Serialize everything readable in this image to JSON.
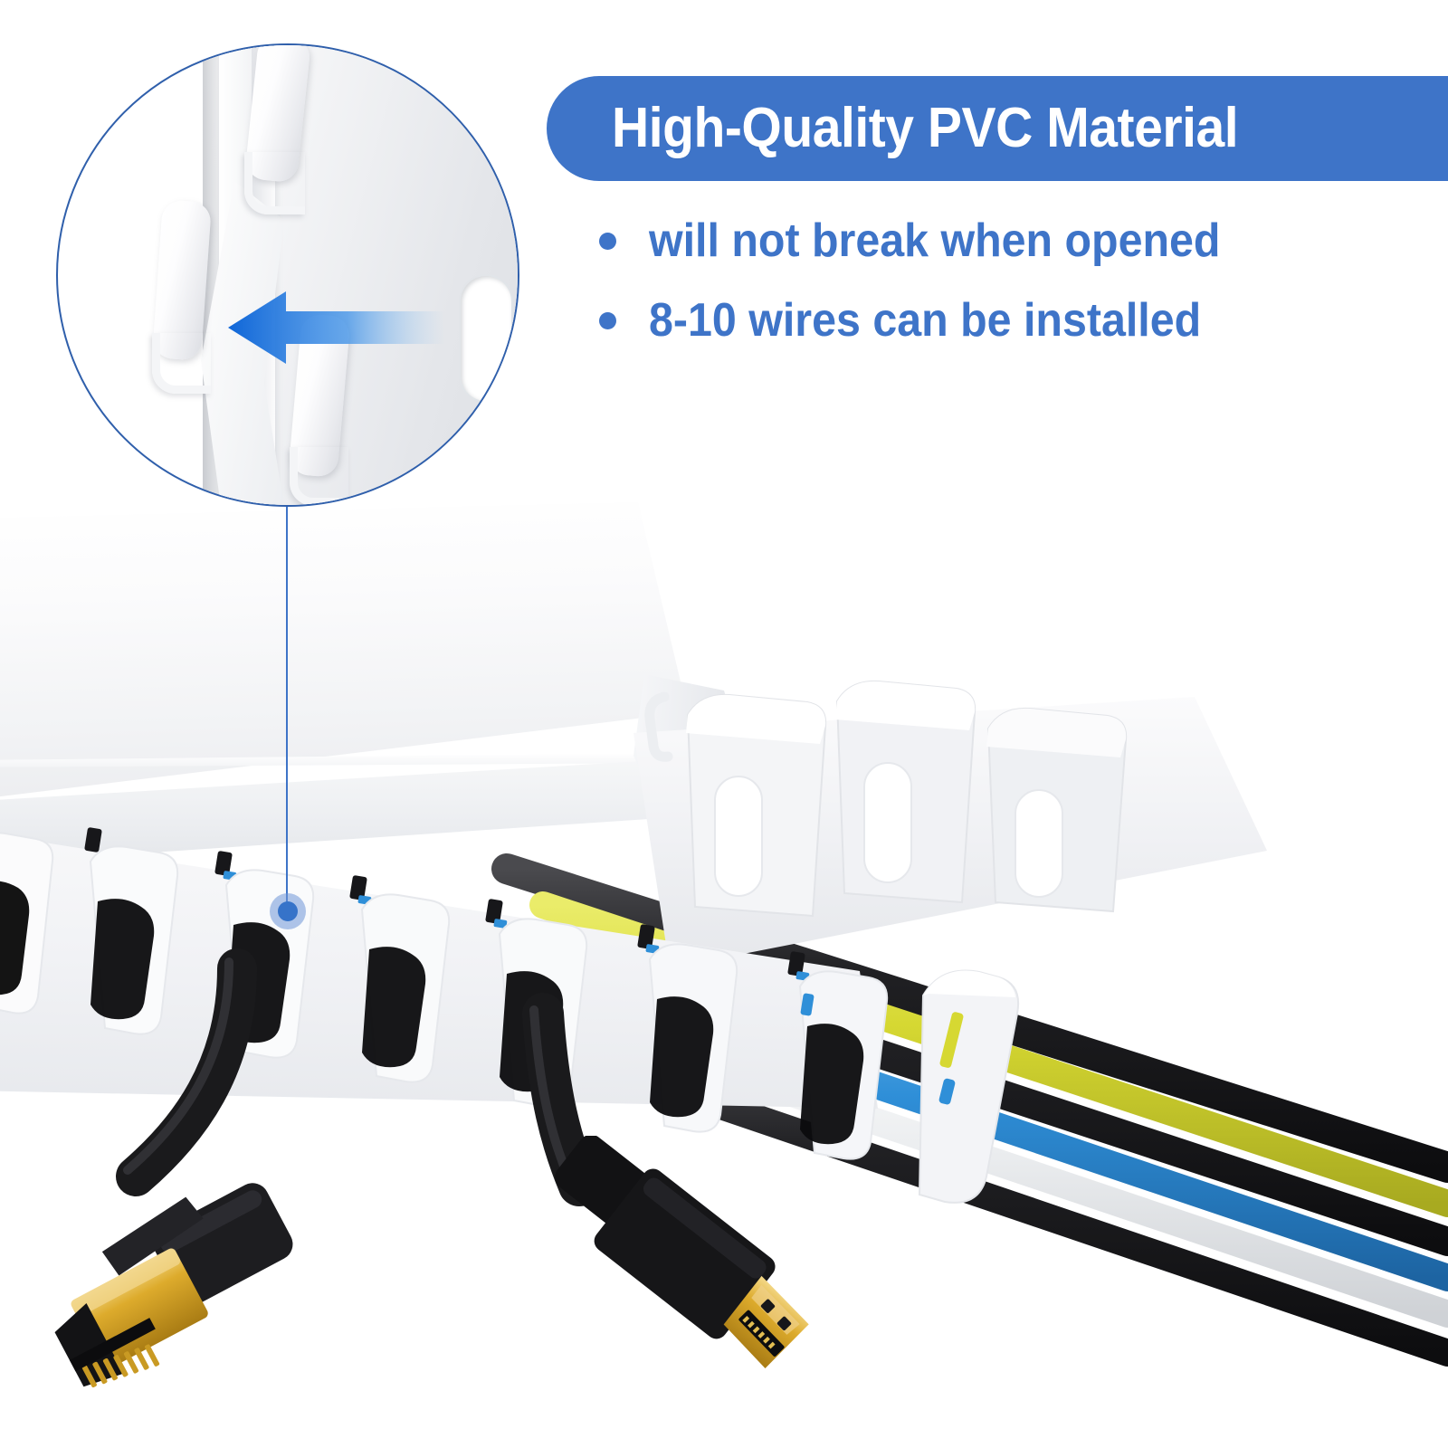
{
  "meta": {
    "subject": "white PVC cable raceway / wire duct product infographic",
    "background_color": "#ffffff",
    "accent_blue": "#3e74c8",
    "circle_border_color": "#2f5fab",
    "arrow_color": "#1877e0"
  },
  "banner": {
    "title": "High-Quality PVC Material",
    "background_color": "#3e74c8",
    "text_color": "#ffffff"
  },
  "bullets": {
    "marker_color": "#3e74c8",
    "text_color": "#3e74c8",
    "items": [
      {
        "label": "will not break when opened"
      },
      {
        "label": "8-10 wires can be installed"
      }
    ]
  },
  "callout": {
    "name": "zoomed detail of raceway finger latch",
    "border_color": "#2f5fab",
    "arrow": {
      "name": "left-arrow-icon",
      "direction": "left",
      "color": "#1877e0"
    },
    "leader": {
      "line_color": "#3e74c8",
      "dot_color": "#3673c9",
      "dot_ring_color": "rgba(110,150,215,0.55)"
    }
  },
  "product": {
    "name": "PVC cable raceway duct",
    "body_color": "#f2f3f5",
    "lid_color": "#ffffff",
    "finger_slot_count_front": 7,
    "finger_slot_count_back": 4
  },
  "cables": {
    "bundle": [
      {
        "name": "black-cable-1",
        "color": "#1e1e20"
      },
      {
        "name": "yellow-cable",
        "color": "#d6d832"
      },
      {
        "name": "black-cable-2",
        "color": "#222225"
      },
      {
        "name": "blue-cable",
        "color": "#2f8fd8"
      },
      {
        "name": "white-cable",
        "color": "#e9eaec"
      },
      {
        "name": "black-cable-3",
        "color": "#1c1c1e"
      }
    ]
  },
  "connectors": [
    {
      "name": "rj45-ethernet-connector",
      "type": "RJ45",
      "housing_color": "#1a1a1c",
      "contact_color": "#d8a82a"
    },
    {
      "name": "hdmi-connector",
      "type": "HDMI",
      "housing_color": "#141416",
      "contact_color": "#e0b13a"
    }
  ]
}
